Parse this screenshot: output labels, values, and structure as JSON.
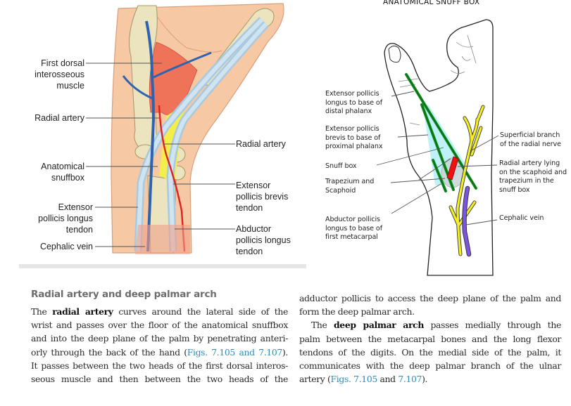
{
  "left_figure": {
    "labels": {
      "first_dorsal_interosseous": [
        "First dorsal",
        "interosseous",
        "muscle"
      ],
      "radial_artery_left": [
        "Radial artery"
      ],
      "anatomical_snuffbox": [
        "Anatomical",
        "snuffbox"
      ],
      "extensor_pollicis_longus": [
        "Extensor",
        "pollicis longus",
        "tendon"
      ],
      "cephalic_vein": [
        "Cephalic vein"
      ],
      "radial_artery_right": [
        "Radial artery"
      ],
      "extensor_pollicis_brevis": [
        "Extensor",
        "pollicis brevis",
        "tendon"
      ],
      "abductor_pollicis_longus": [
        "Abductor",
        "pollicis longus",
        "tendon"
      ]
    }
  },
  "right_figure": {
    "title": "ANATOMICAL SNUFF BOX",
    "labels": {
      "epl": [
        "Extensor pollicis",
        "longus to base of",
        "distal phalanx"
      ],
      "epb": [
        "Extensor pollicis",
        "brevis to base of",
        "proximal phalanx"
      ],
      "snuff_box": [
        "Snuff box"
      ],
      "trapezium_scaphoid": [
        "Trapezium and",
        "Scaphoid"
      ],
      "apl": [
        "Abductor pollicis",
        "longus to base of",
        "first metacarpal"
      ],
      "superficial_branch": [
        "Superficial branch",
        "of the radial nerve"
      ],
      "radial_artery": [
        "Radial artery lying",
        "on the scaphoid and",
        "trapezium in the",
        "snuff box"
      ],
      "cephalic_vein": [
        "Cephalic vein"
      ]
    },
    "colors": {
      "tendon": "#0f8a1c",
      "nerve": "#f2ee22",
      "artery": "#ee1111",
      "vein": "#7b55e0",
      "snuffbox": "#bff2f8"
    }
  },
  "text": {
    "heading": "Radial artery and deep palmar arch",
    "left_column": {
      "l1_pre": "The ",
      "l1_bold": "radial artery",
      "l1_post": " curves around the lateral side of the",
      "l2": "wrist and passes over the floor of the anatomical snuffbox",
      "l3": "and into the deep plane of the palm by penetrating anteri-",
      "l4_pre": "orly through the back of the hand (",
      "l4_link": "Figs. 7.105 and 7.107",
      "l4_post": ").",
      "l5": "It passes between the two heads of the first dorsal interos-",
      "l6": "seous muscle and then between the two heads of the"
    },
    "right_column": {
      "l1": "adductor pollicis to access the deep plane of the palm and",
      "l2": "form the deep palmar arch.",
      "l3_pre": "The ",
      "l3_bold": "deep palmar arch",
      "l3_post": " passes medially through the",
      "l4": "palm between the metacarpal bones and the long flexor",
      "l5": "tendons of the digits. On the medial side of the palm, it",
      "l6": "communicates with the deep palmar branch of the ulnar",
      "l7_pre": "artery (",
      "l7_link1": "Figs. 7.105",
      "l7_mid": " and ",
      "l7_link2": "7.107",
      "l7_post": ")."
    }
  }
}
